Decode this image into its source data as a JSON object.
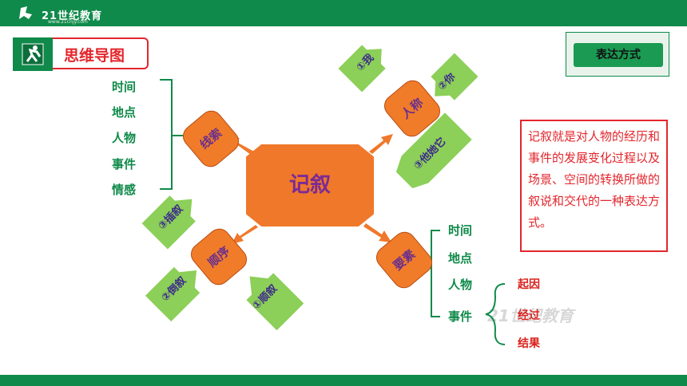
{
  "header": {
    "logo_text": "21世纪教育",
    "logo_sub": "www.21cnjy.com"
  },
  "title": "思维导图",
  "mode_tab": "表达方式",
  "center": "记叙",
  "definition": "记叙就是对人物的经历和事件的发展变化过程以及场景、空间的转换所做的叙说和交代的一种表达方式。",
  "branches": {
    "clue": {
      "label": "线索",
      "items": [
        "时间",
        "地点",
        "人物",
        "事件",
        "情感"
      ]
    },
    "person": {
      "label": "人称",
      "items": [
        {
          "num": "①",
          "text": "我"
        },
        {
          "num": "②",
          "text": "你"
        },
        {
          "num": "③",
          "text": "他她它"
        }
      ]
    },
    "order": {
      "label": "顺序",
      "items": [
        {
          "num": "①",
          "text": "顺叙"
        },
        {
          "num": "②",
          "text": "倒叙"
        },
        {
          "num": "③",
          "text": "插叙"
        }
      ]
    },
    "elements": {
      "label": "要素",
      "items": [
        "时间",
        "地点",
        "人物",
        "事件"
      ],
      "event_parts": [
        "起因",
        "经过",
        "结果"
      ]
    }
  },
  "watermark": "21世纪教育",
  "colors": {
    "brand_green": "#0f8a4a",
    "accent_red": "#e3262c",
    "orange": "#f0782a",
    "arrow_green": "#8ccf59"
  }
}
